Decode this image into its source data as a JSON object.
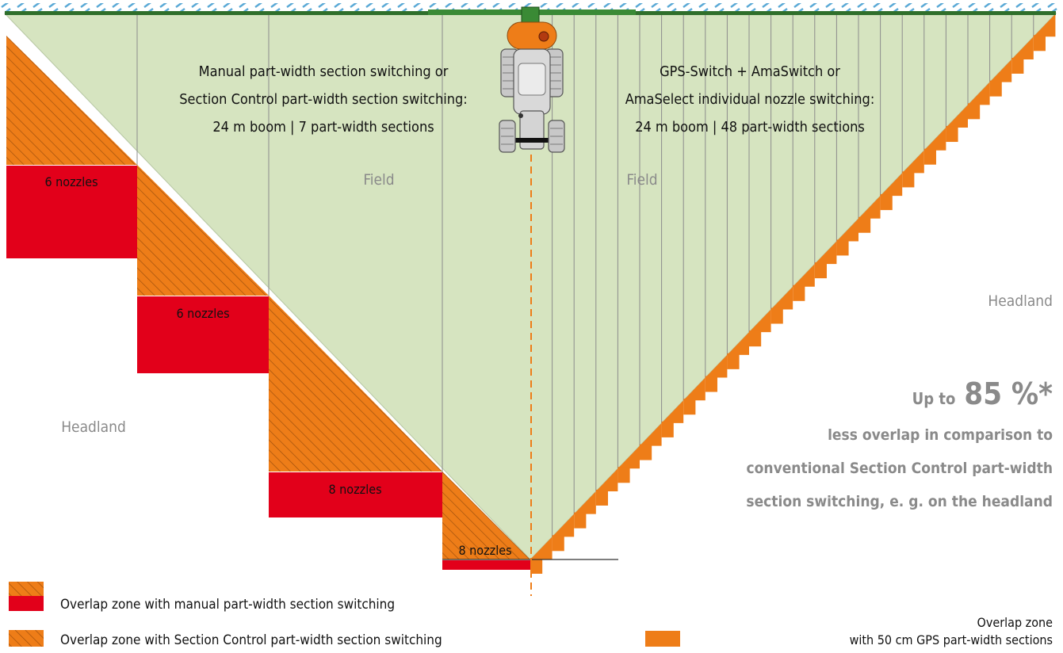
{
  "left_section": {
    "title_lines": [
      "Manual part-width section switching or",
      "Section Control part-width section switching:",
      "24 m boom | 7 part-width sections"
    ]
  },
  "right_section": {
    "title_lines": [
      "GPS-Switch + AmaSwitch or",
      "AmaSelect individual nozzle switching:",
      "24 m boom | 48 part-width sections"
    ]
  },
  "labels": {
    "field_left": "Field",
    "field_right": "Field",
    "headland_left": "Headland",
    "headland_right": "Headland"
  },
  "nozzle_labels": [
    "6 nozzles",
    "6 nozzles",
    "8 nozzles",
    "8 nozzles"
  ],
  "claim": {
    "prefix": "Up to",
    "value": "85 %*",
    "lines": [
      "less overlap in comparison to",
      "conventional Section Control part-width",
      "section switching, e. g. on the headland"
    ]
  },
  "legend": {
    "manual": "Overlap zone with manual part-width section switching",
    "section_control": "Overlap zone with Section Control part-width section switching",
    "gps_line1": "Overlap zone",
    "gps_line2": "with 50 cm GPS part-width sections"
  },
  "colors": {
    "field": "#d6e4c0",
    "overlap_orange": "#ee7d18",
    "overlap_red": "#e2001a",
    "tractor_green": "#3a8a35",
    "text_gray": "#8a8a8a"
  }
}
